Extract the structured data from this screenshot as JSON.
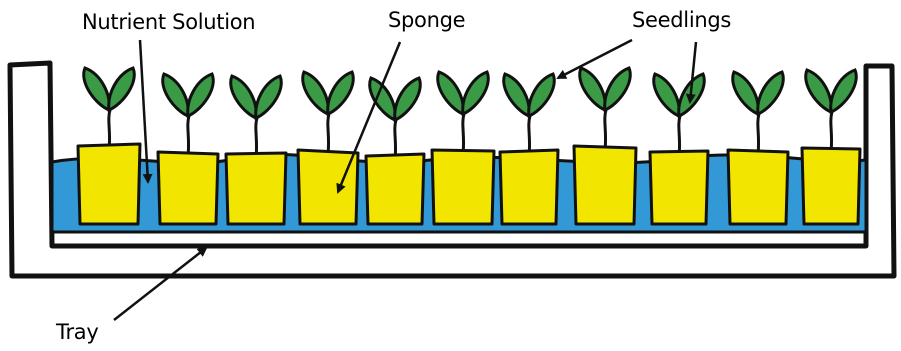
{
  "labels": {
    "nutrient_solution": "Nutrient Solution",
    "sponge": "Sponge",
    "seedlings": "Seedlings",
    "tray": "Tray"
  },
  "colors": {
    "water": "#3399d6",
    "sponge": "#f2e600",
    "leaf": "#3a9a45",
    "outline": "#111111",
    "tray": "#ffffff"
  },
  "sponge_count": 11
}
